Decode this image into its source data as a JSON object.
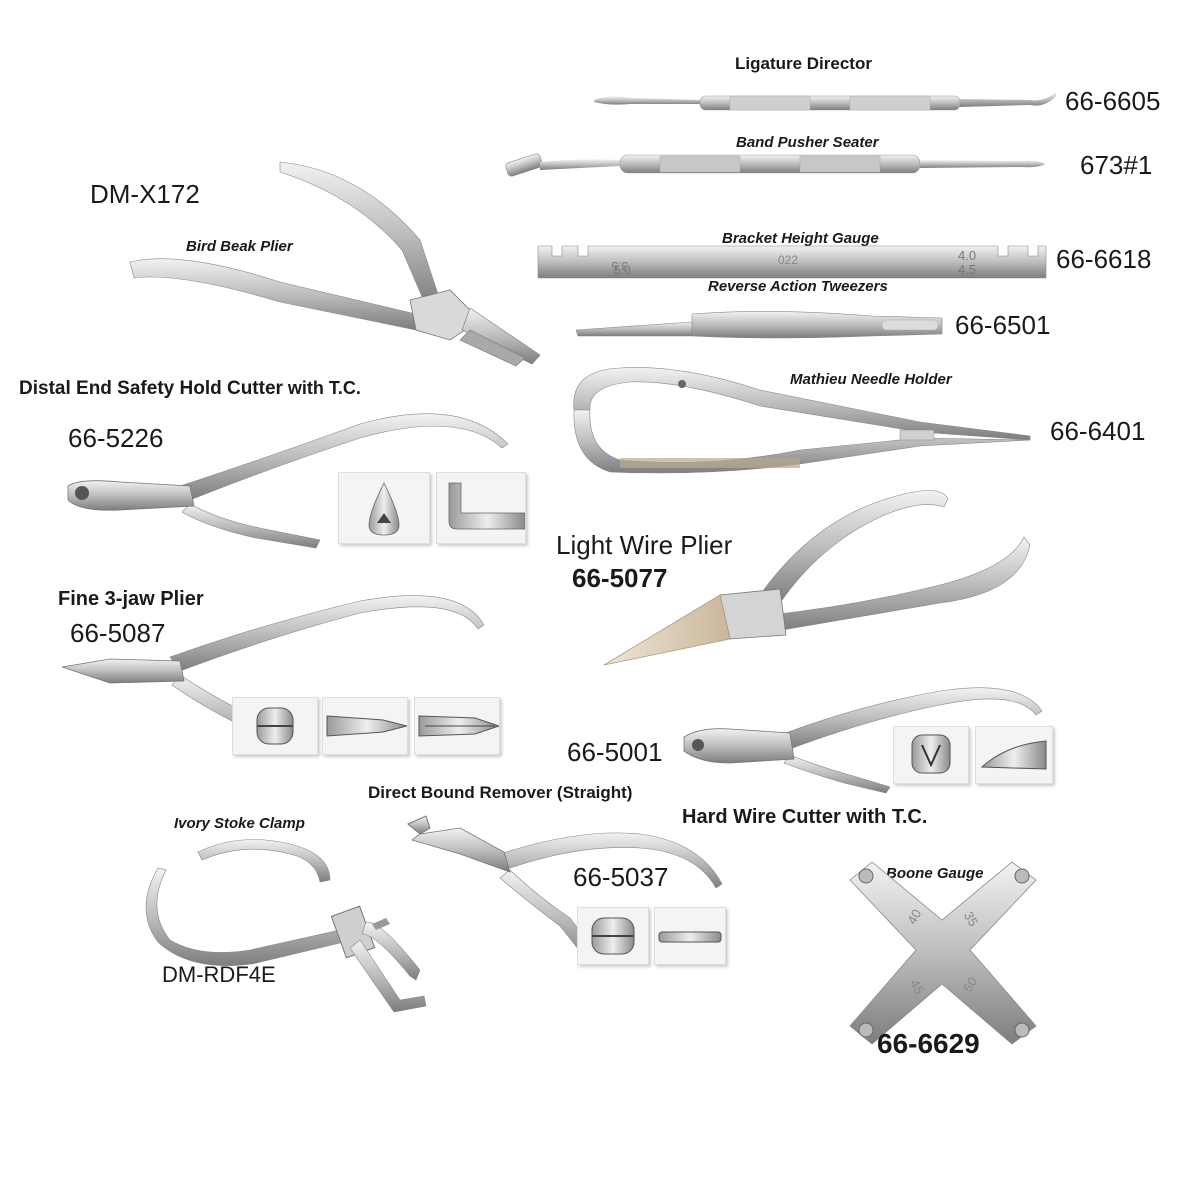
{
  "catalog": {
    "ligature_director": {
      "name": "Ligature Director",
      "code": "66-6605"
    },
    "band_pusher": {
      "name": "Band Pusher Seater",
      "code": "673#1"
    },
    "bird_beak": {
      "name": "Bird Beak Plier",
      "code": "DM-X172"
    },
    "bracket_gauge": {
      "name": "Bracket Height Gauge",
      "code": "66-6618",
      "marks": [
        "3.5",
        "5.0",
        "022",
        "4.0",
        "4.5"
      ]
    },
    "reverse_tweezers": {
      "name": "Reverse Action Tweezers",
      "code": "66-6501"
    },
    "distal_end": {
      "name": "Distal End Safety  Hold Cutter",
      "suffix": " with T.C.",
      "code": "66-5226"
    },
    "mathieu": {
      "name": "Mathieu Needle Holder",
      "code": "66-6401"
    },
    "light_wire": {
      "name": "Light Wire Plier",
      "code": "66-5077"
    },
    "fine_3jaw": {
      "name": "Fine 3-jaw Plier",
      "code": "66-5087"
    },
    "hard_wire": {
      "name": "Hard Wire Cutter with T.C.",
      "code": "66-5001"
    },
    "direct_bound": {
      "name": "Direct Bound Remover (Straight)",
      "code": "66-5037"
    },
    "ivory_clamp": {
      "name": "Ivory Stoke Clamp",
      "code": "DM-RDF4E"
    },
    "boone_gauge": {
      "name": "Boone Gauge",
      "code": "66-6629",
      "marks": [
        "40",
        "35",
        "45",
        "50"
      ]
    }
  },
  "colors": {
    "steel_light": "#e6e6e6",
    "steel_dark": "#8c8c8c",
    "text": "#1a1a1a"
  }
}
